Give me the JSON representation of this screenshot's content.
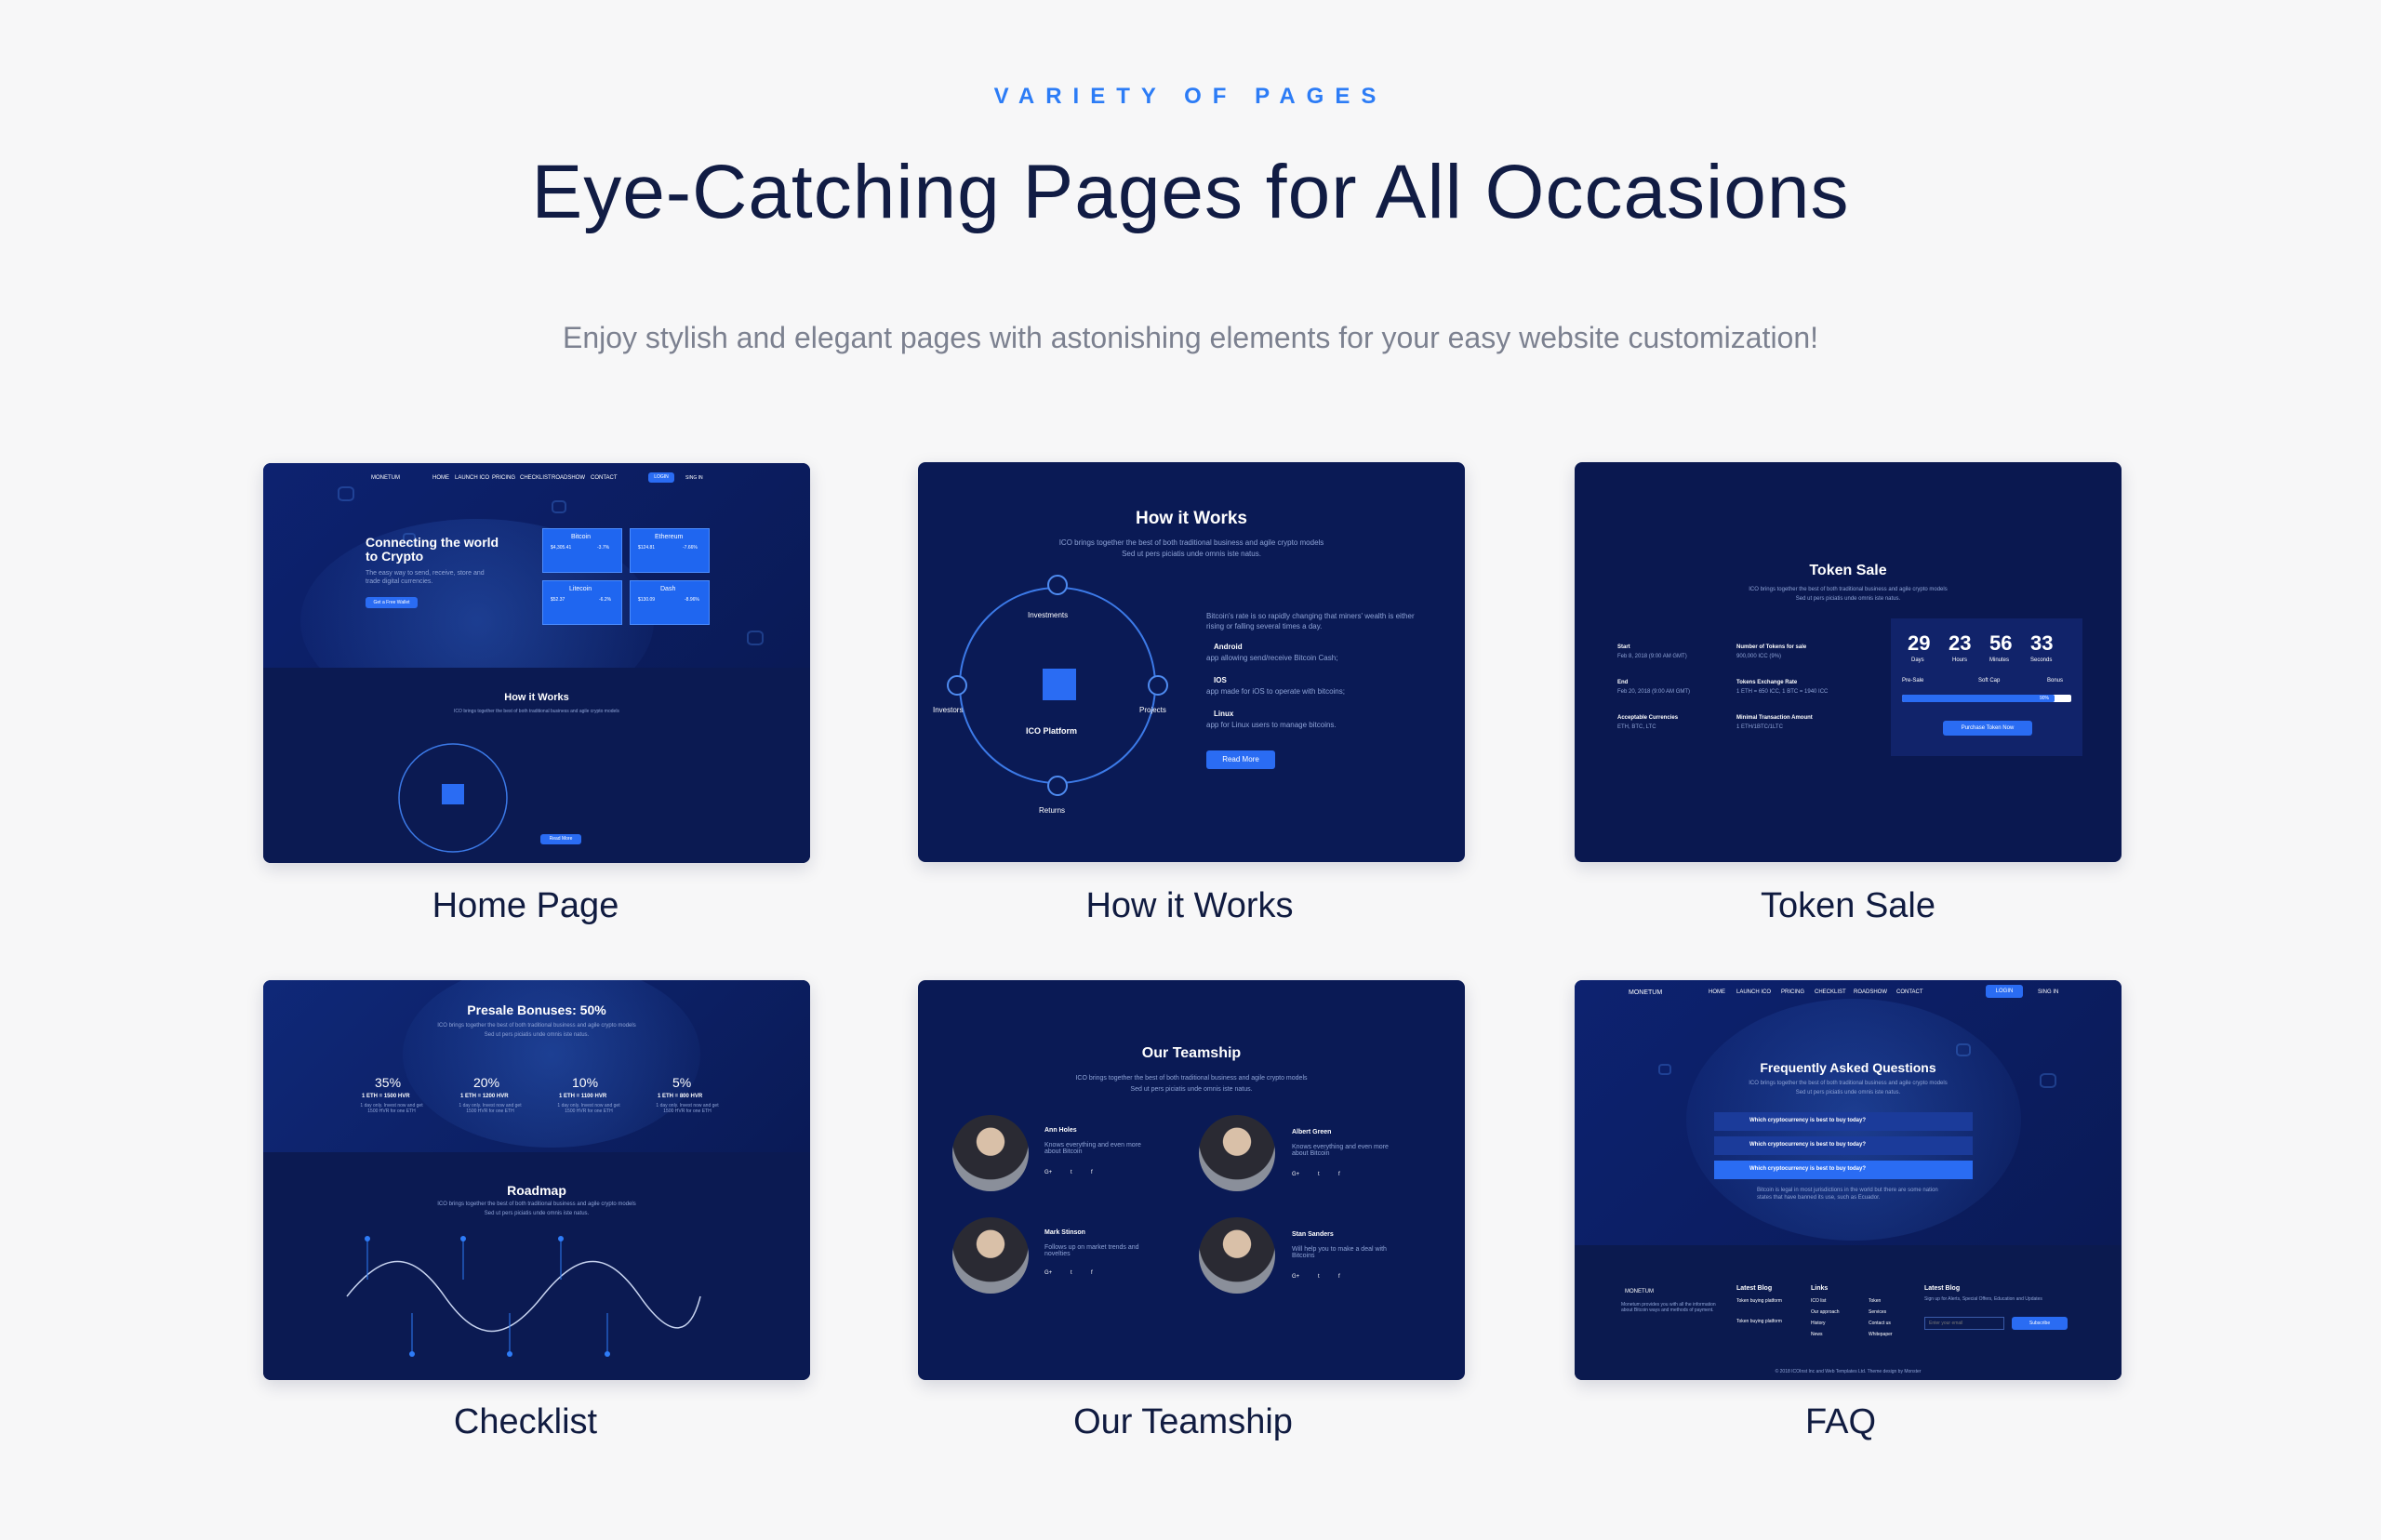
{
  "header": {
    "eyebrow": "VARIETY OF PAGES",
    "title": "Eye-Catching Pages for All Occasions",
    "lead": "Enjoy stylish and elegant pages with astonishing elements for your easy website customization!"
  },
  "colors": {
    "accent": "#2c7cf6",
    "card_bg": "#0a1a4f",
    "title": "#111c44"
  },
  "cards": [
    {
      "caption": "Home Page"
    },
    {
      "caption": "How it Works"
    },
    {
      "caption": "Token Sale"
    },
    {
      "caption": "Checklist"
    },
    {
      "caption": "Our Teamship"
    },
    {
      "caption": "FAQ"
    }
  ],
  "home": {
    "nav_logo": "MONETUM",
    "nav": [
      "HOME",
      "LAUNCH ICO",
      "PRICING",
      "CHECKLIST",
      "ROADSHOW",
      "CONTACT"
    ],
    "login": "LOGIN",
    "signin": "SING IN",
    "hero_title": "Connecting the world to Crypto",
    "hero_text": "The easy way to send, receive, store and trade digital currencies.",
    "hero_btn": "Get a Free Wallet",
    "coins": [
      {
        "name": "Bitcoin",
        "price": "$4,305.41",
        "change": "-3.7%"
      },
      {
        "name": "Ethereum",
        "price": "$124.81",
        "change": "-7.66%"
      },
      {
        "name": "Litecoin",
        "price": "$52.37",
        "change": "-6.2%"
      },
      {
        "name": "Dash",
        "price": "$130.09",
        "change": "-8.96%"
      }
    ],
    "section_title": "How it Works",
    "section_sub": "ICO brings together the best of both traditional business and agile crypto models",
    "read_more": "Read More"
  },
  "how": {
    "title": "How it Works",
    "sub1": "ICO brings together the best of both traditional business and agile crypto models",
    "sub2": "Sed ut pers piciatis unde omnis iste natus.",
    "nodes": {
      "top": "Investments",
      "left": "Investors",
      "right": "Projects",
      "bottom": "Returns",
      "center": "ICO Platform"
    },
    "intro": "Bitcoin's rate is so rapidly changing that miners' wealth is either rising or falling several times a day.",
    "items": [
      {
        "title": "Android",
        "text": "app allowing send/receive Bitcoin Cash;"
      },
      {
        "title": "IOS",
        "text": "app made for iOS to operate with bitcoins;"
      },
      {
        "title": "Linux",
        "text": "app for Linux users to manage bitcoins."
      }
    ],
    "btn": "Read More"
  },
  "token": {
    "title": "Token Sale",
    "sub1": "ICO brings together the best of both traditional business and agile crypto models",
    "sub2": "Sed ut pers piciatis unde omnis iste natus.",
    "left": [
      {
        "label": "Start",
        "value": "Feb 8, 2018 (9:00 AM GMT)"
      },
      {
        "label": "End",
        "value": "Feb 20, 2018 (9:00 AM GMT)"
      },
      {
        "label": "Acceptable Currencies",
        "value": "ETH, BTC, LTC"
      }
    ],
    "right": [
      {
        "label": "Number of Tokens for sale",
        "value": "900,000 ICC (9%)"
      },
      {
        "label": "Tokens Exchange Rate",
        "value": "1 ETH = 650 ICC, 1 BTC = 1940 ICC"
      },
      {
        "label": "Minimal Transaction Amount",
        "value": "1 ETH/1BTC/1LTC"
      }
    ],
    "countdown": [
      {
        "value": "29",
        "unit": "Days"
      },
      {
        "value": "23",
        "unit": "Hours"
      },
      {
        "value": "56",
        "unit": "Minutes"
      },
      {
        "value": "33",
        "unit": "Seconds"
      }
    ],
    "stages": [
      "Pre-Sale",
      "Soft Cap",
      "Bonus"
    ],
    "progress_label": "90%",
    "progress": 0.9,
    "btn": "Purchase Token Now"
  },
  "checklist": {
    "title": "Presale Bonuses: 50%",
    "sub1": "ICO brings together the best of both traditional business and agile crypto models",
    "sub2": "Sed ut pers piciatis unde omnis iste natus.",
    "bonuses": [
      {
        "pct": "35%",
        "rate": "1 ETH = 1500 HVR",
        "text": "1 day only. Invest now and get 1500 HVR for one ETH"
      },
      {
        "pct": "20%",
        "rate": "1 ETH = 1200 HVR",
        "text": "1 day only. Invest now and get 1500 HVR for one ETH"
      },
      {
        "pct": "10%",
        "rate": "1 ETH = 1100 HVR",
        "text": "1 day only. Invest now and get 1500 HVR for one ETH"
      },
      {
        "pct": "5%",
        "rate": "1 ETH = 800 HVR",
        "text": "1 day only. Invest now and get 1500 HVR for one ETH"
      }
    ],
    "roadmap_title": "Roadmap",
    "roadmap_sub1": "ICO brings together the best of both traditional business and agile crypto models",
    "roadmap_sub2": "Sed ut pers piciatis unde omnis iste natus."
  },
  "team": {
    "title": "Our Teamship",
    "sub1": "ICO brings together the best of both traditional business and agile crypto models",
    "sub2": "Sed ut pers piciatis unde omnis iste natus.",
    "members": [
      {
        "name": "Ann Holes",
        "bio": "Knows everything and even more about Bitcoin"
      },
      {
        "name": "Albert Green",
        "bio": "Knows everything and even more about Bitcoin"
      },
      {
        "name": "Mark Stinson",
        "bio": "Follows up on market trends and novelties"
      },
      {
        "name": "Stan Sanders",
        "bio": "Will help you to make a deal with Bitcoins"
      }
    ],
    "social": [
      "G+",
      "t",
      "f"
    ]
  },
  "faq": {
    "nav_logo": "MONETUM",
    "nav": [
      "HOME",
      "LAUNCH ICO",
      "PRICING",
      "CHECKLIST",
      "ROADSHOW",
      "CONTACT"
    ],
    "login": "LOGIN",
    "signin": "SING IN",
    "title": "Frequently Asked Questions",
    "sub1": "ICO brings together the best of both traditional business and agile crypto models",
    "sub2": "Sed ut pers piciatis unde omnis iste natus.",
    "questions": [
      "Which cryptocurrency is best to buy today?",
      "Which cryptocurrency is best to buy today?",
      "Which cryptocurrency is best to buy today?"
    ],
    "answer": "Bitcoin is legal in most jurisdictions in the world but there are some nation states that have banned its use, such as Ecuador.",
    "footer": {
      "about": "Monetum provides you with all the information about Bitcoin ways and methods of payment.",
      "col1_title": "Latest Blog",
      "col1_items": [
        "Token buying platform",
        "Token buying platform"
      ],
      "col2_title": "Links",
      "col2_items": [
        "ICO list",
        "Our approach",
        "History",
        "News"
      ],
      "col3_items": [
        "Token",
        "Services",
        "Contact us",
        "Whitepaper"
      ],
      "col4_title": "Latest Blog",
      "col4_text": "Sign up for Alerts, Special Offers, Education and Updates",
      "email_placeholder": "Enter your email",
      "subscribe": "Subscribe",
      "copyright": "© 2018 ICOInst Inc and Web Templates Ltd. Theme design by Monster"
    }
  }
}
